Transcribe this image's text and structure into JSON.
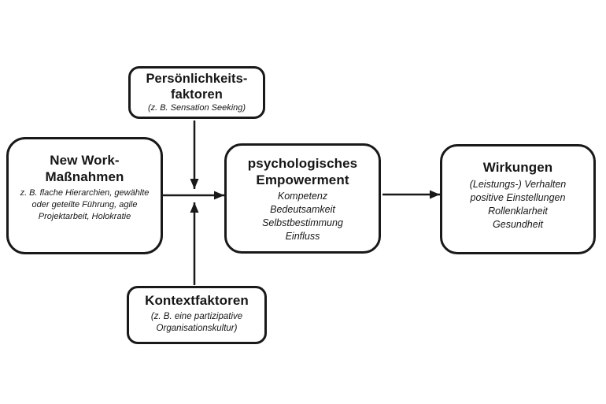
{
  "diagram": {
    "colors": {
      "border": "#191919",
      "text": "#161616",
      "background": "#ffffff"
    },
    "boxes": {
      "personality": {
        "title": "Persönlichkeits-\nfaktoren",
        "subtitle": "(z. B. Sensation Seeking)"
      },
      "new_work": {
        "title": "New Work-\nMaßnahmen",
        "subtitle": "z. B. flache Hierarchien, gewählte\noder geteilte Führung, agile\nProjektarbeit, Holokratie"
      },
      "empowerment": {
        "title": "psychologisches\nEmpowerment",
        "items": [
          "Kompetenz",
          "Bedeutsamkeit",
          "Selbstbestimmung",
          "Einfluss"
        ]
      },
      "effects": {
        "title": "Wirkungen",
        "items": [
          "(Leistungs-) Verhalten",
          "positive Einstellungen",
          "Rollenklarheit",
          "Gesundheit"
        ]
      },
      "context": {
        "title": "Kontextfaktoren",
        "subtitle": "(z. B. eine partizipative\nOrganisationskultur)"
      }
    },
    "arrows": [
      {
        "from": "new_work",
        "to": "empowerment"
      },
      {
        "from": "empowerment",
        "to": "effects"
      },
      {
        "from": "personality",
        "to": "new_work-empowerment-arrow"
      },
      {
        "from": "context",
        "to": "new_work-empowerment-arrow"
      }
    ]
  }
}
